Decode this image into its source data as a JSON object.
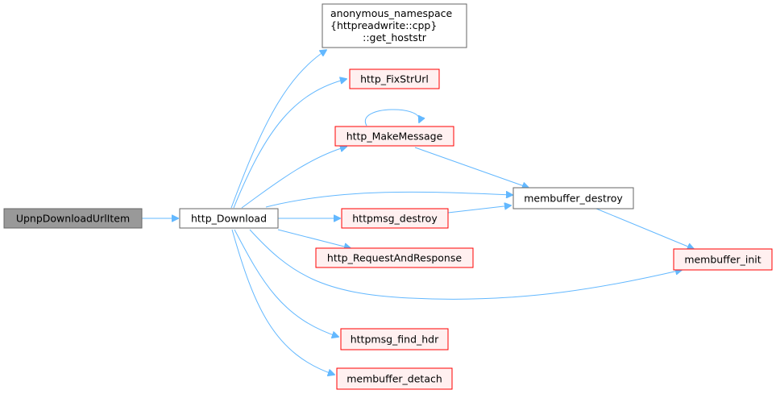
{
  "colors": {
    "edge": "#63b8ff",
    "root_fill": "#999999",
    "root_border": "#666666",
    "node_border_normal": "#666666",
    "node_border_truncated": "#ff0000",
    "node_fill_normal": "#ffffff",
    "node_fill_truncated": "#fff0f0"
  },
  "nodes": {
    "root": {
      "label": "UpnpDownloadUrlItem"
    },
    "http_download": {
      "label": "http_Download"
    },
    "get_hoststr": {
      "lines": [
        "anonymous_namespace",
        "{httpreadwrite::cpp}",
        "::get_hoststr"
      ]
    },
    "fixstrurl": {
      "label": "http_FixStrUrl"
    },
    "makemessage": {
      "label": "http_MakeMessage"
    },
    "membuffer_destroy": {
      "label": "membuffer_destroy"
    },
    "httpmsg_destroy": {
      "label": "httpmsg_destroy"
    },
    "requestandresponse": {
      "label": "http_RequestAndResponse"
    },
    "membuffer_init": {
      "label": "membuffer_init"
    },
    "httpmsg_find_hdr": {
      "label": "httpmsg_find_hdr"
    },
    "membuffer_detach": {
      "label": "membuffer_detach"
    }
  }
}
